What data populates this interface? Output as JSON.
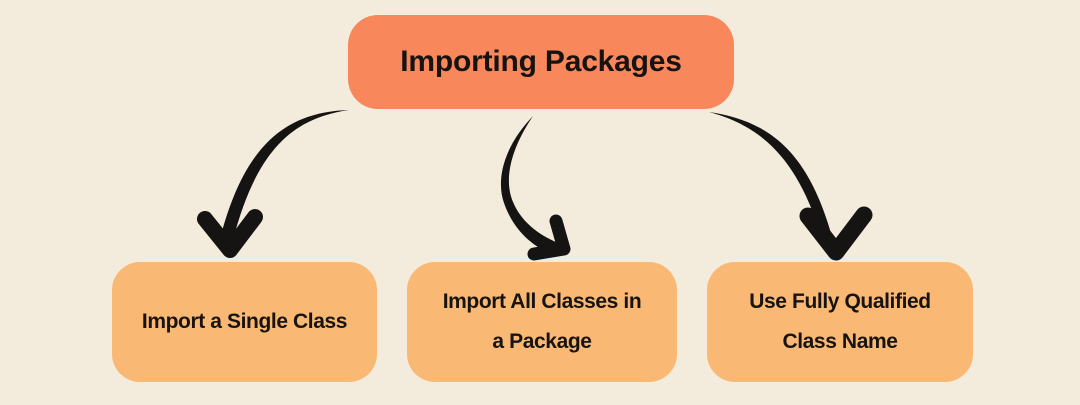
{
  "diagram": {
    "root": {
      "label": "Importing Packages"
    },
    "children": [
      {
        "id": "import-single-class",
        "lines": [
          "Import a Single Class"
        ]
      },
      {
        "id": "import-all-classes",
        "lines": [
          "Import All Classes in",
          "a Package"
        ]
      },
      {
        "id": "fully-qualified-name",
        "lines": [
          "Use Fully Qualified",
          "Class Name"
        ]
      }
    ],
    "colors": {
      "background": "#F3ECDC",
      "root_fill": "#F8885C",
      "child_fill": "#F9B873",
      "arrow": "#161412",
      "text": "#171310"
    }
  }
}
